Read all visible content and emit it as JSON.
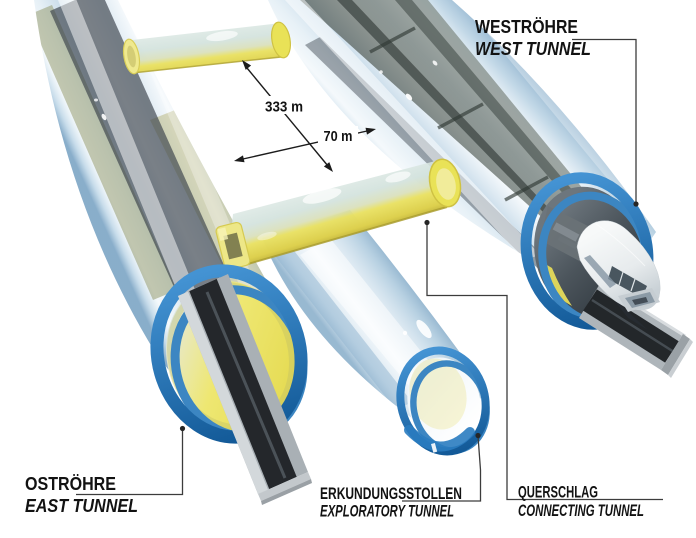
{
  "diagram": {
    "background_color": "#ffffff",
    "labels": {
      "west_tunnel": {
        "de": "WESTRÖHRE",
        "en": "WEST TUNNEL"
      },
      "east_tunnel": {
        "de": "OSTRÖHRE",
        "en": "EAST TUNNEL"
      },
      "exploratory_tunnel": {
        "de": "ERKUNDUNGSSTOLLEN",
        "en": "EXPLORATORY TUNNEL"
      },
      "connecting_tunnel": {
        "de": "QUERSCHLAG",
        "en": "CONNECTING TUNNEL"
      }
    },
    "dimensions": {
      "cross_passage_spacing": "333 m",
      "tube_separation": "70 m"
    },
    "colors": {
      "ring_blue": "#2a7cc0",
      "lining_yellow": "#e8e05c",
      "tube_glass_blue": "#bdd6e8",
      "track_dark": "#26292c",
      "train_white": "#f0f3f4",
      "label_text": "#121212"
    }
  }
}
